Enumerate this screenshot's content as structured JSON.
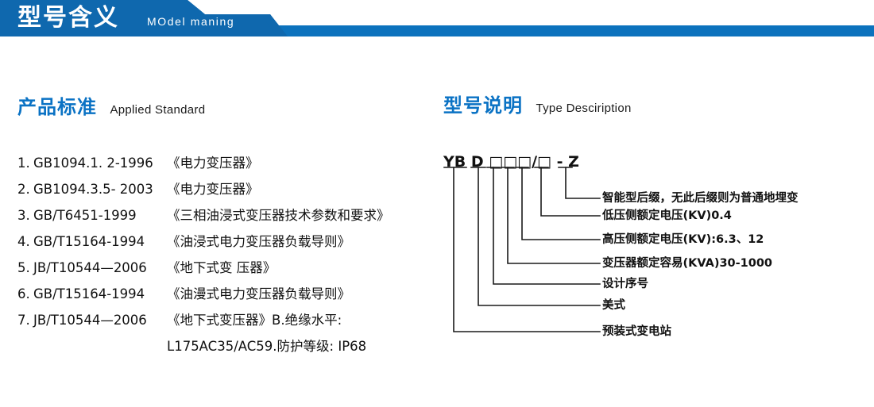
{
  "banner": {
    "title_cn": "型号含义",
    "title_en": "MOdel maning",
    "color_dark": "#0f68ae",
    "color_light": "#0c72bd"
  },
  "sections": {
    "left": {
      "title_cn": "产品标准",
      "title_en": "Applied Standard"
    },
    "right": {
      "title_cn": "型号说明",
      "title_en": "Type Desciription"
    }
  },
  "standards": [
    {
      "num": "1.",
      "code": "GB1094.1. 2-1996",
      "name": "《电力变压器》"
    },
    {
      "num": "2.",
      "code": "GB1094.3.5- 2003",
      "name": "《电力变压器》"
    },
    {
      "num": "3.",
      "code": "GB/T6451-1999",
      "name": "《三相油浸式变压器技术参数和要求》"
    },
    {
      "num": "4.",
      "code": "GB/T15164-1994",
      "name": "《油浸式电力变压器负载导则》"
    },
    {
      "num": "5.",
      "code": "JB/T10544—2006",
      "name": "《地下式变 压器》"
    },
    {
      "num": "6.",
      "code": "GB/T15164-1994",
      "name": "《油漫式电力变压器负载导则》"
    },
    {
      "num": "7.",
      "code": "JB/T10544—2006",
      "name": "《地下式变压器》B.绝缘水平:"
    }
  ],
  "standards_continuation": "L175AC35/AC59.防护等级: IP68",
  "type_code": {
    "full": "YB D □□□/□ - Z",
    "parts": [
      "YB",
      "D",
      "□",
      "□",
      "□",
      "/□",
      "- Z"
    ]
  },
  "type_labels": [
    "智能型后缀，无此后缀则为普通地埋变",
    "低压侧额定电压(KV)0.4",
    "高压侧额定电压(KV):6.3、12",
    "变压器额定容易(KVA)30-1000",
    "设计序号",
    "美式",
    "预装式变电站"
  ],
  "colors": {
    "brand_blue": "#0a72c4",
    "banner_blue": "#0c72bd",
    "banner_blue_dark": "#0f68ae",
    "text_dark": "#111111"
  }
}
